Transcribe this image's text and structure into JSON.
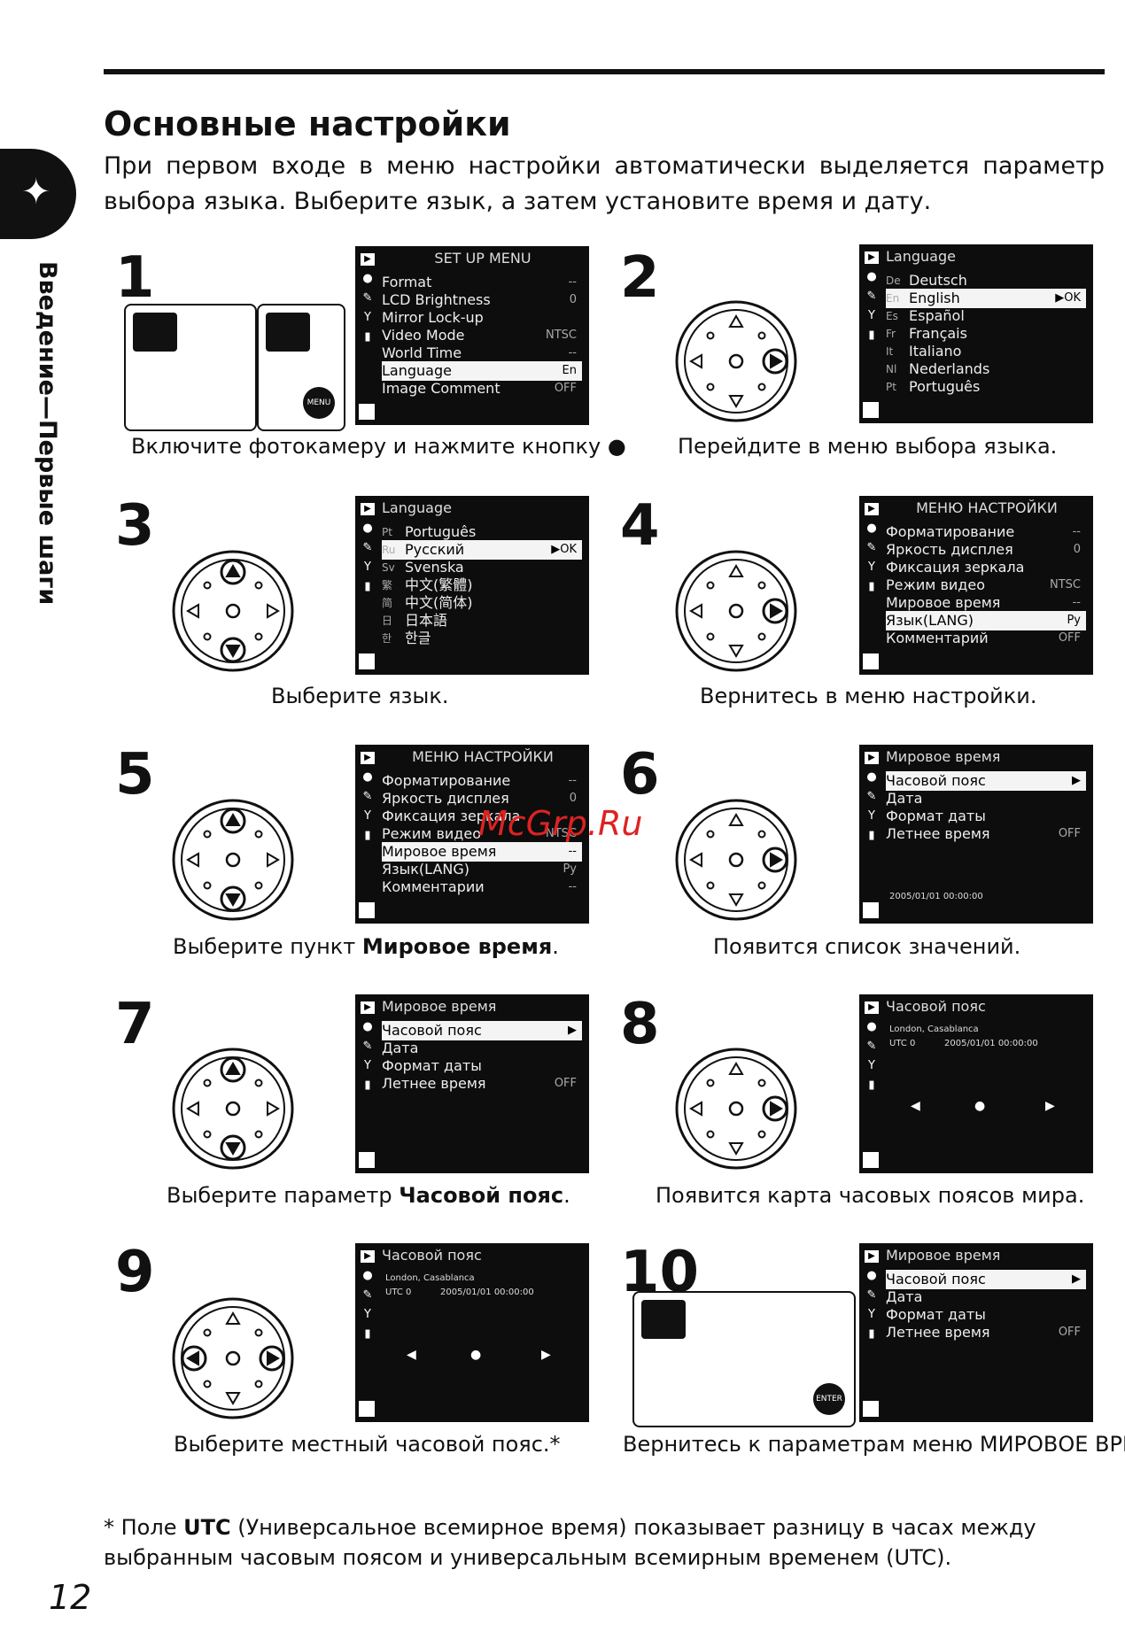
{
  "header": {
    "title": "Основные настройки",
    "intro": "При первом входе в меню настройки автоматически выделяется параметр выбора языка. Выберите язык, а затем установите время и дату."
  },
  "side": {
    "text": "Введение—Первые шаги",
    "icon": "rooster-icon"
  },
  "watermark": "McGrp.Ru",
  "steps": [
    {
      "num": "1",
      "caption": "Включите фотокамеру и нажмите кнопку"
    },
    {
      "num": "2",
      "caption": "Перейдите в меню выбора языка."
    },
    {
      "num": "3",
      "caption": "Выберите язык."
    },
    {
      "num": "4",
      "caption": "Вернитесь в меню настройки."
    },
    {
      "num": "5",
      "caption_pre": "Выберите пункт ",
      "caption_bold": "Мировое время",
      "caption_post": "."
    },
    {
      "num": "6",
      "caption": "Появится список значений."
    },
    {
      "num": "7",
      "caption_pre": "Выберите параметр ",
      "caption_bold": "Часовой пояс",
      "caption_post": "."
    },
    {
      "num": "8",
      "caption": "Появится карта часовых поясов мира."
    },
    {
      "num": "9",
      "caption": "Выберите местный часовой пояс.*"
    },
    {
      "num": "10",
      "caption": "Вернитесь к параметрам меню МИРОВОЕ ВРЕМЯ."
    }
  ],
  "screens": {
    "s1": {
      "title": "SET UP MENU",
      "rows": [
        {
          "label": "Format",
          "value": "--"
        },
        {
          "label": "LCD Brightness",
          "value": "0"
        },
        {
          "label": "Mirror Lock-up",
          "value": ""
        },
        {
          "label": "Video Mode",
          "value": "NTSC"
        },
        {
          "label": "World Time",
          "value": "--"
        },
        {
          "label": "Language",
          "value": "En"
        },
        {
          "label": "Image Comment",
          "value": "OFF"
        }
      ],
      "selected": 5
    },
    "s2": {
      "title": "Language",
      "rows": [
        {
          "code": "De",
          "label": "Deutsch",
          "value": ""
        },
        {
          "code": "En",
          "label": "English",
          "value": "▶OK"
        },
        {
          "code": "Es",
          "label": "Español",
          "value": ""
        },
        {
          "code": "Fr",
          "label": "Français",
          "value": ""
        },
        {
          "code": "It",
          "label": "Italiano",
          "value": ""
        },
        {
          "code": "Nl",
          "label": "Nederlands",
          "value": ""
        },
        {
          "code": "Pt",
          "label": "Português",
          "value": ""
        }
      ],
      "selected": 1
    },
    "s3": {
      "title": "Language",
      "rows": [
        {
          "code": "Pt",
          "label": "Português",
          "value": ""
        },
        {
          "code": "Ru",
          "label": "Русский",
          "value": "▶OK"
        },
        {
          "code": "Sv",
          "label": "Svenska",
          "value": ""
        },
        {
          "code": "繁",
          "label": "中文(繁體)",
          "value": ""
        },
        {
          "code": "简",
          "label": "中文(简体)",
          "value": ""
        },
        {
          "code": "日",
          "label": "日本語",
          "value": ""
        },
        {
          "code": "한",
          "label": "한글",
          "value": ""
        }
      ],
      "selected": 1
    },
    "s4": {
      "title": "МЕНЮ НАСТРОЙКИ",
      "rows": [
        {
          "label": "Форматирование",
          "value": "--"
        },
        {
          "label": "Яркость дисплея",
          "value": "0"
        },
        {
          "label": "Фиксация зеркала",
          "value": ""
        },
        {
          "label": "Режим видео",
          "value": "NTSC"
        },
        {
          "label": "Мировое время",
          "value": "--"
        },
        {
          "label": "Язык(LANG)",
          "value": "Ру"
        },
        {
          "label": "Комментарий",
          "value": "OFF"
        }
      ],
      "selected": 5
    },
    "s5": {
      "title": "МЕНЮ НАСТРОЙКИ",
      "rows": [
        {
          "label": "Форматирование",
          "value": "--"
        },
        {
          "label": "Яркость дисплея",
          "value": "0"
        },
        {
          "label": "Фиксация зеркала",
          "value": ""
        },
        {
          "label": "Режим видео",
          "value": "NTSC"
        },
        {
          "label": "Мировое время",
          "value": "--"
        },
        {
          "label": "Язык(LANG)",
          "value": "Ру"
        },
        {
          "label": "Комментарии",
          "value": "--"
        }
      ],
      "selected": 4
    },
    "s6": {
      "title": "Мировое время",
      "rows": [
        {
          "label": "Часовой пояс",
          "value": "▶"
        },
        {
          "label": "Дата",
          "value": ""
        },
        {
          "label": "Формат даты",
          "value": ""
        },
        {
          "label": "Летнее время",
          "value": "OFF"
        }
      ],
      "selected": 0,
      "footer": "2005/01/01 00:00:00"
    },
    "s7": {
      "title": "Мировое время",
      "rows": [
        {
          "label": "Часовой пояс",
          "value": "▶"
        },
        {
          "label": "Дата",
          "value": ""
        },
        {
          "label": "Формат даты",
          "value": ""
        },
        {
          "label": "Летнее время",
          "value": "OFF"
        }
      ],
      "selected": 0
    },
    "s8": {
      "title": "Часовой пояс",
      "city": "London, Casablanca",
      "utc": "UTC 0",
      "datetime": "2005/01/01 00:00:00"
    },
    "s9": {
      "title": "Часовой пояс",
      "city": "London, Casablanca",
      "utc": "UTC 0",
      "datetime": "2005/01/01 00:00:00"
    },
    "s10": {
      "title": "Мировое время",
      "rows": [
        {
          "label": "Часовой пояс",
          "value": "▶"
        },
        {
          "label": "Дата",
          "value": ""
        },
        {
          "label": "Формат даты",
          "value": ""
        },
        {
          "label": "Летнее время",
          "value": "OFF"
        }
      ],
      "selected": 0
    }
  },
  "buttons": {
    "menu": "MENU",
    "enter": "ENTER"
  },
  "footnote": {
    "star": "*",
    "pre": " Поле ",
    "bold": "UTC",
    "post": " (Универсальное всемирное время) показывает разницу в часах между выбранным часовым поясом и универсальным всемирным временем (UTC)."
  },
  "page_number": "12"
}
